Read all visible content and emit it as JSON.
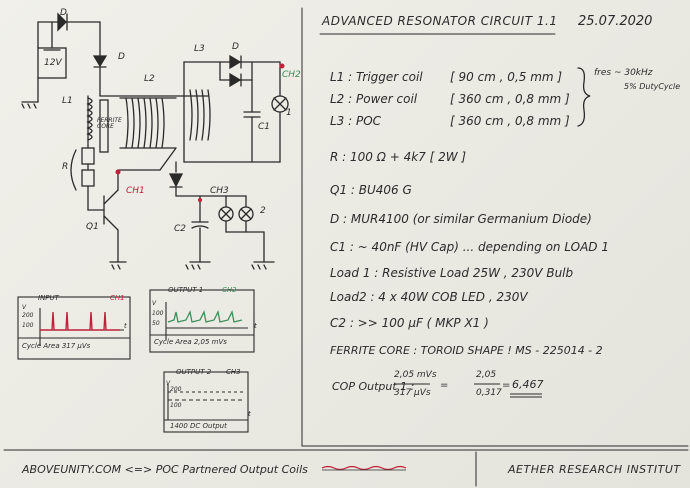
{
  "header": {
    "title": "ADVANCED RESONATOR CIRCUIT 1.1",
    "date": "25.07.2020"
  },
  "specs": [
    {
      "id": "l1",
      "label": "L1 :  Trigger coil",
      "value": "[ 90 cm ,  0,5 mm ]"
    },
    {
      "id": "l2",
      "label": "L2 :  Power coil",
      "value": "[ 360 cm ,  0,8 mm ]"
    },
    {
      "id": "l3",
      "label": "L3 :   POC",
      "value": "[ 360 cm ,  0,8 mm ]"
    }
  ],
  "freq_note": {
    "line1": "fres ~ 30kHz",
    "line2": "5% DutyCycle"
  },
  "components": {
    "r": "R :  100 Ω + 4k7  [ 2W ]",
    "q1": "Q1 :   BU406 G",
    "d": "D :   MUR4100 (or similar Germanium Diode)",
    "c1": "C1 : ~ 40nF (HV Cap) ... depending on LOAD 1",
    "load1": "Load 1 :  Resistive Load 25W , 230V Bulb",
    "load2": "Load2 :  4 x 40W COB LED , 230V",
    "c2": "C2  :  >> 100 µF ( MKP X1 )",
    "core": "FERRITE CORE :  TOROID SHAPE !   MS - 225014 - 2"
  },
  "cop": {
    "label": "COP  Output 1 :",
    "n1": "2,05 mVs",
    "d1": "317 µVs",
    "n2": "2,05",
    "d2": "0,317",
    "result": "6,467"
  },
  "circuit_labels": {
    "d_top": "D",
    "d_mid": "D",
    "d_l3": "D",
    "battery": "12V",
    "l1": "L1",
    "l2": "L2",
    "l3": "L3",
    "ferrite": "FERRITE CORE",
    "r": "R",
    "q1": "Q1",
    "c1": "C1",
    "c2": "C2",
    "ch1": "CH1",
    "ch2": "CH2",
    "ch3": "CH3",
    "load1": "1",
    "load2": "2"
  },
  "scopes": [
    {
      "id": "s1",
      "title": "INPUT",
      "channel": "CH1",
      "y_ticks": [
        "V",
        "200",
        "100"
      ],
      "x_axis": "t",
      "caption": "Cycle Area 317 µVs"
    },
    {
      "id": "s2",
      "title": "OUTPUT 1",
      "channel": "CH2",
      "y_ticks": [
        "V",
        "100",
        "50"
      ],
      "x_axis": "t",
      "caption": "Cycle Area 2,05 mVs"
    },
    {
      "id": "s3",
      "title": "OUTPUT 2",
      "channel": "CH3",
      "y_ticks": [
        "V",
        "200",
        "100"
      ],
      "x_axis": "t",
      "caption": "1400 DC Output"
    }
  ],
  "footer": {
    "left": "ABOVEUNITY.COM  <=>  POC  Partnered Output Coils",
    "right": "AETHER RESEARCH INSTITUT"
  },
  "colors": {
    "ink": "#2a2a2a",
    "red": "#c2203a",
    "paper": "#ecebe4"
  }
}
